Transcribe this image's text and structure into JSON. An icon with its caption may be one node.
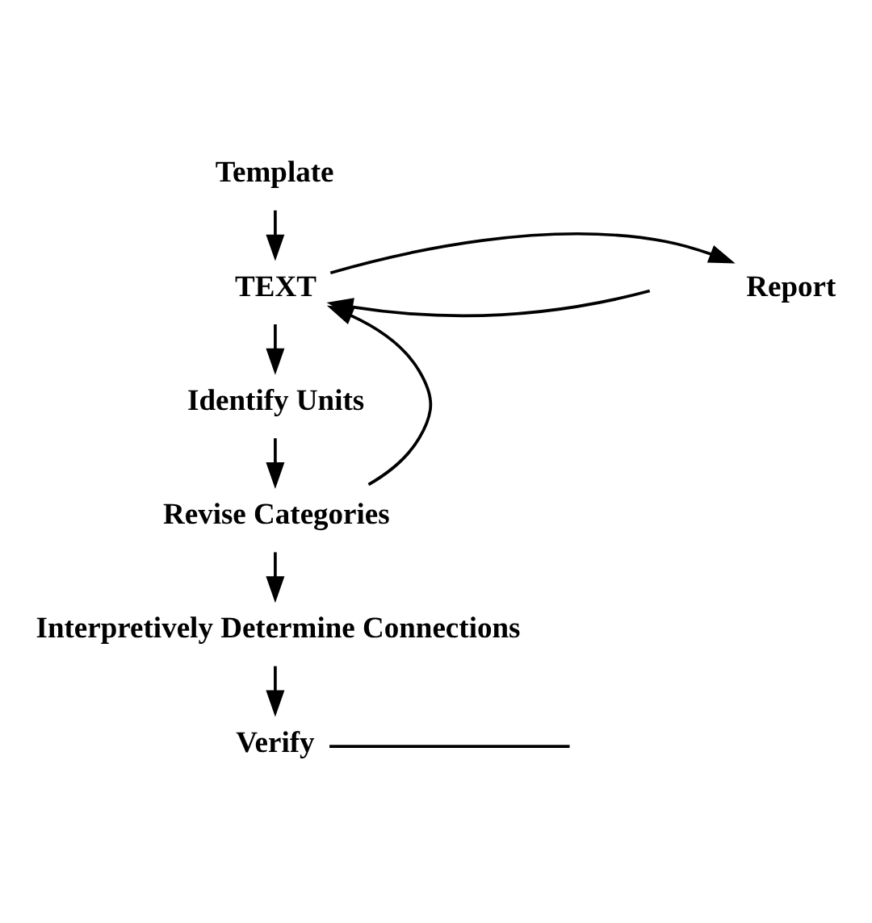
{
  "diagram": {
    "nodes": [
      {
        "text": [
          "Template"
        ]
      },
      {
        "text": [
          "TEXT"
        ]
      },
      {
        "text": [
          "Report"
        ]
      },
      {
        "text": [
          "Identify Units"
        ]
      },
      {
        "text": [
          "Revise Categories"
        ]
      },
      {
        "text": [
          "Interpretively Determine Connections"
        ]
      },
      {
        "text": [
          "Verify"
        ]
      }
    ],
    "edges": [
      {
        "from": 0,
        "to": 1,
        "arrow": "to"
      },
      {
        "from": 1,
        "to": 2,
        "arrow": "to"
      },
      {
        "from": 1,
        "to": 3,
        "arrow": "to"
      },
      {
        "from": 3,
        "to": 4,
        "arrow": "to"
      },
      {
        "from": 4,
        "to": 1,
        "arrow": "to"
      },
      {
        "from": 4,
        "to": 5,
        "arrow": "to"
      },
      {
        "from": 5,
        "to": 6,
        "arrow": "to"
      },
      {
        "from": null,
        "to": 1,
        "arrow": "to"
      },
      {
        "from": 6,
        "to": null,
        "arrow": "none"
      }
    ]
  }
}
